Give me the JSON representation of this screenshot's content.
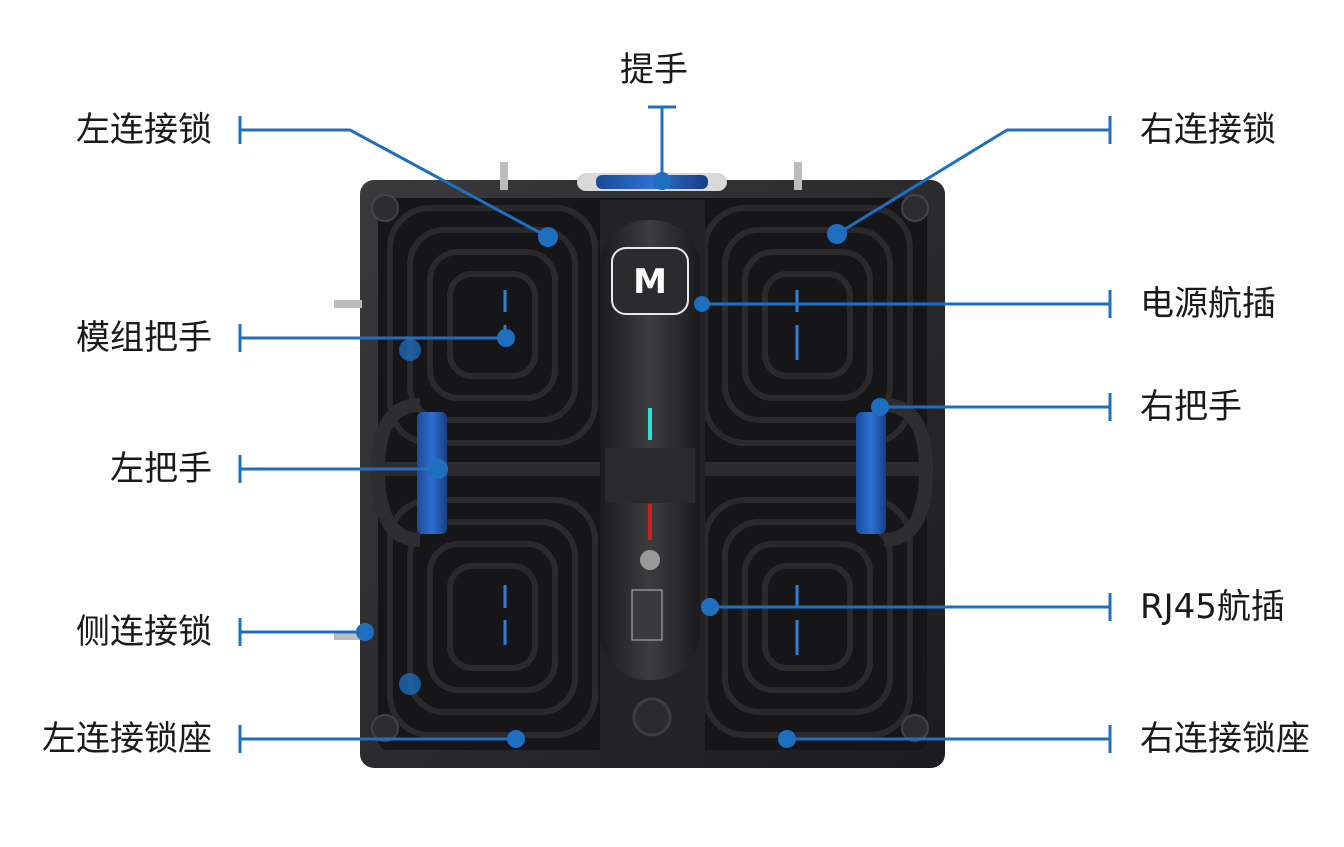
{
  "diagram": {
    "accent_color": "#1f6fc0",
    "labels": {
      "handle_top": "提手",
      "left_lock": "左连接锁",
      "right_lock": "右连接锁",
      "power_plug": "电源航插",
      "module_handle": "模组把手",
      "right_handle": "右把手",
      "left_handle": "左把手",
      "side_lock": "侧连接锁",
      "rj45_plug": "RJ45航插",
      "left_lock_seat": "左连接锁座",
      "right_lock_seat": "右连接锁座"
    },
    "cabinet_logo": "M"
  }
}
